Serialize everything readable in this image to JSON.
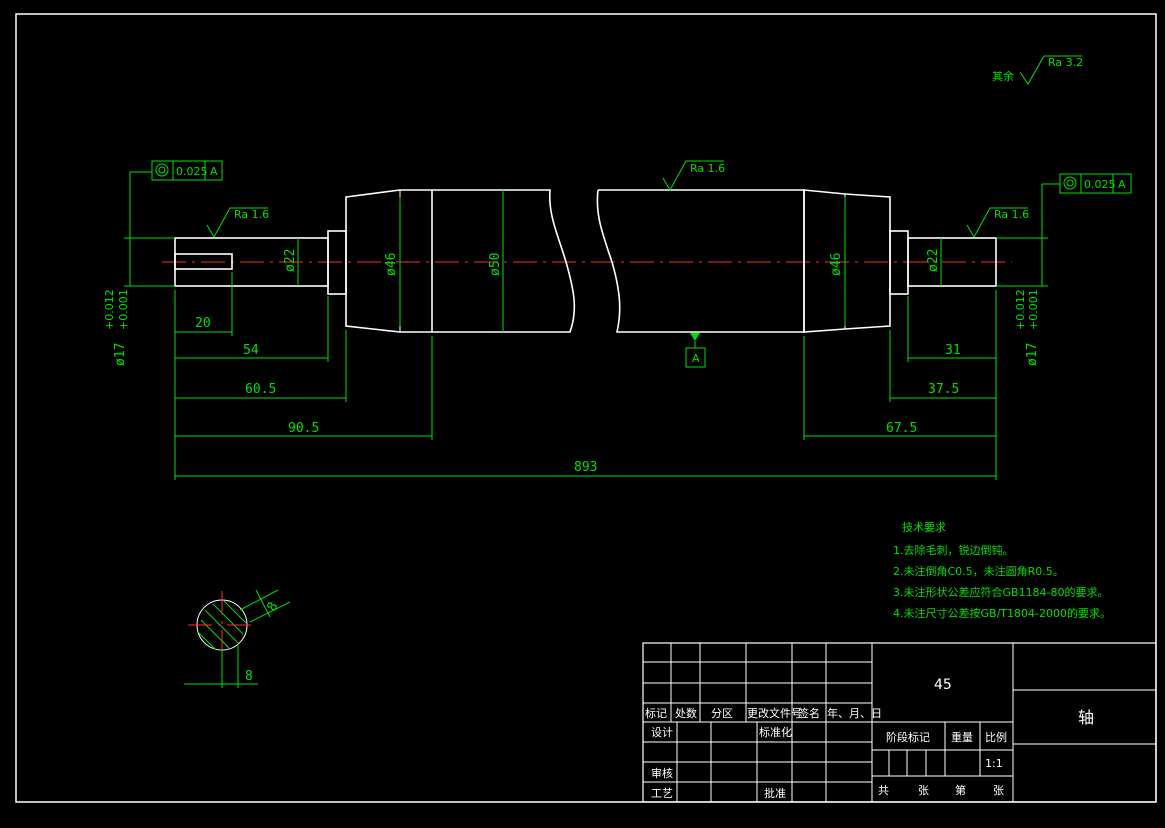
{
  "surface_roughness": {
    "general_prefix": "其余",
    "general_value": "Ra 3.2",
    "left_journal": "Ra 1.6",
    "middle": "Ra 1.6",
    "right_journal": "Ra 1.6"
  },
  "tolerance_frames": {
    "left": {
      "value": "0.025",
      "datum": "A"
    },
    "right": {
      "value": "0.025",
      "datum": "A"
    }
  },
  "datum_label": "A",
  "diameters": {
    "left_journal": "ø17",
    "left_journal_upper": "+0.012",
    "left_journal_lower": "+0.001",
    "left_step": "ø22",
    "left_shoulder": "ø46",
    "center": "ø50",
    "right_shoulder": "ø46",
    "right_step": "ø22",
    "right_journal": "ø17",
    "right_journal_upper": "+0.012",
    "right_journal_lower": "+0.001"
  },
  "lengths": {
    "keyway": "20",
    "left_54": "54",
    "left_60_5": "60.5",
    "left_90_5": "90.5",
    "total": "893",
    "right_31": "31",
    "right_37_5": "37.5",
    "right_67_5": "67.5"
  },
  "section": {
    "width": "8",
    "depth": "8"
  },
  "tech_requirements": {
    "title": "技术要求",
    "items": [
      "1.去除毛刺，锐边倒钝。",
      "2.未注倒角C0.5，未注圆角R0.5。",
      "3.未注形状公差应符合GB1184-80的要求。",
      "4.未注尺寸公差按GB/T1804-2000的要求。"
    ]
  },
  "title_block": {
    "material": "45",
    "part_name": "轴",
    "col_marks": "标记",
    "col_count": "处数",
    "col_zone": "分区",
    "col_change_doc": "更改文件号",
    "col_sign": "签名",
    "col_date": "年、月、日",
    "designer": "设计",
    "standardize": "标准化",
    "stage_mark": "阶段标记",
    "weight": "重量",
    "scale": "比例",
    "scale_value": "1:1",
    "review": "审核",
    "process": "工艺",
    "approve": "批准",
    "total_sheets": "共",
    "sheets_unit": "张",
    "sheet_no": "第",
    "sheet_unit2": "张"
  }
}
